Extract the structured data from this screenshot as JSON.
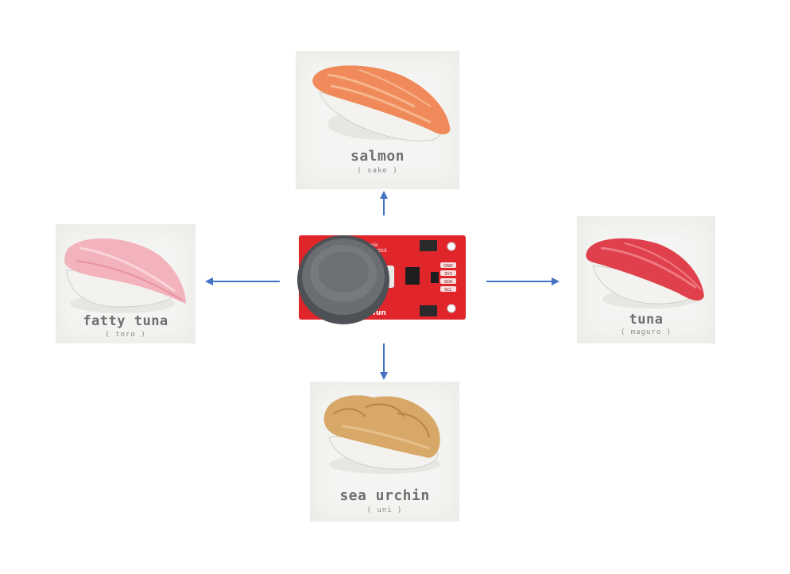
{
  "cards": {
    "salmon": {
      "name": "salmon",
      "sub": "( sake )"
    },
    "fatty_tuna": {
      "name": "fatty tuna",
      "sub": "( toro )"
    },
    "tuna": {
      "name": "tuna",
      "sub": "( maguro )"
    },
    "sea_urchin": {
      "name": "sea urchin",
      "sub": "( uni )"
    }
  },
  "board": {
    "title_line1": "Qwiic",
    "title_line2": "Joystick",
    "brand": "ｋfun",
    "pins": [
      "GND",
      "3V3",
      "SDA",
      "SCL"
    ]
  },
  "colors": {
    "arrow": "#4472c4",
    "board": "#e0262b",
    "joystick": "#5b5e62"
  }
}
